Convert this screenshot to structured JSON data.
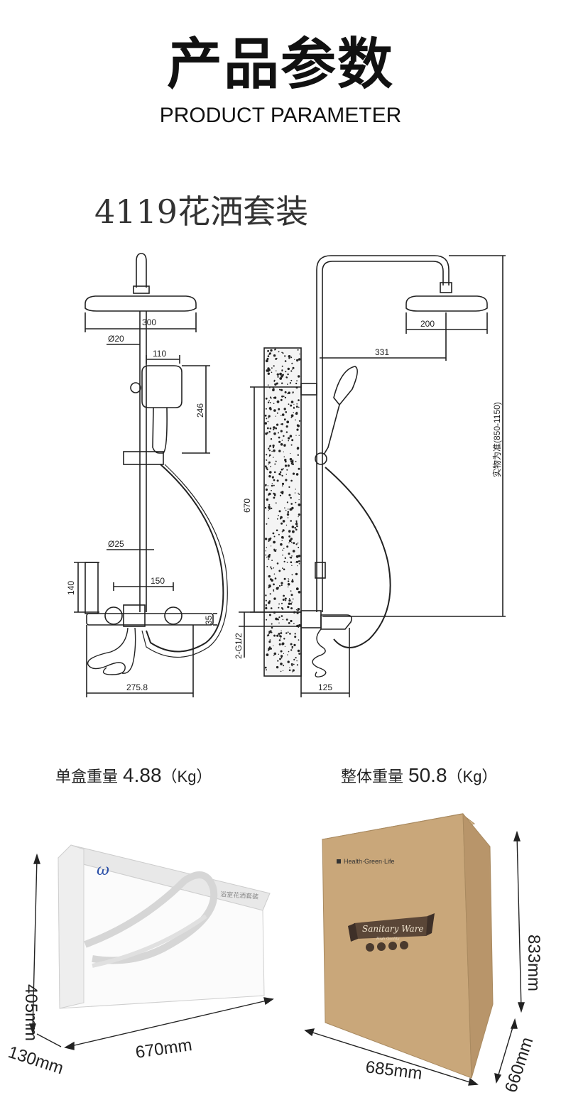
{
  "header": {
    "title_cn": "产品参数",
    "title_en": "PRODUCT PARAMETER"
  },
  "model_name": "4119花洒套装",
  "drawing": {
    "dims": {
      "d300": "300",
      "d20": "Ø20",
      "d110": "110",
      "d246": "246",
      "d25": "Ø25",
      "d140": "140",
      "d150": "150",
      "d35": "35",
      "d2758": "275.8",
      "d200": "200",
      "d331": "331",
      "d670": "670",
      "d2g12": "2-G1/2",
      "d125": "125",
      "dreal": "实物为准(850-1150)"
    }
  },
  "weights": {
    "single": {
      "label": "单盒重量",
      "value": "4.88",
      "unit": "（Kg）"
    },
    "total": {
      "label": "整体重量",
      "value": "50.8",
      "unit": "（Kg）"
    }
  },
  "boxes": {
    "white_box": {
      "height": "405mm",
      "depth": "130mm",
      "width": "670mm",
      "print_text": "浴室花洒套装"
    },
    "carton": {
      "height": "833mm",
      "depth": "660mm",
      "width": "685mm",
      "print_top": "Health·Green·Life",
      "banner": "Sanitary Ware",
      "banner_sub": "High Quality"
    }
  },
  "colors": {
    "line": "#222222",
    "carton": "#c9a77a",
    "carton_dark": "#b8956a"
  }
}
